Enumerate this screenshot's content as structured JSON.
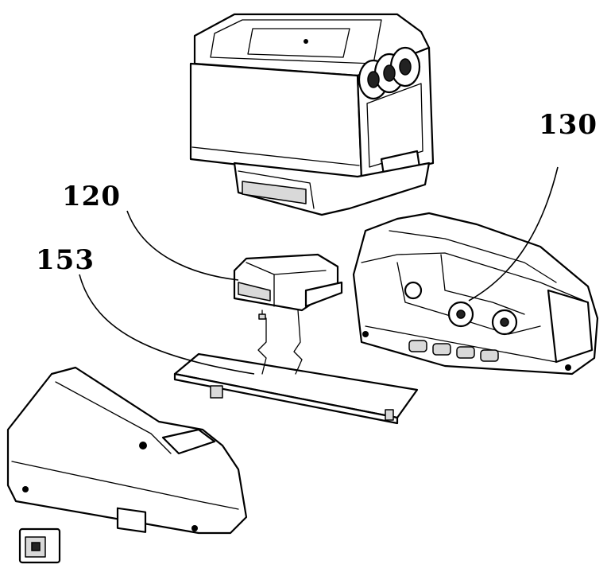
{
  "labels": {
    "label_130": "130",
    "label_120": "120",
    "label_153": "153"
  }
}
